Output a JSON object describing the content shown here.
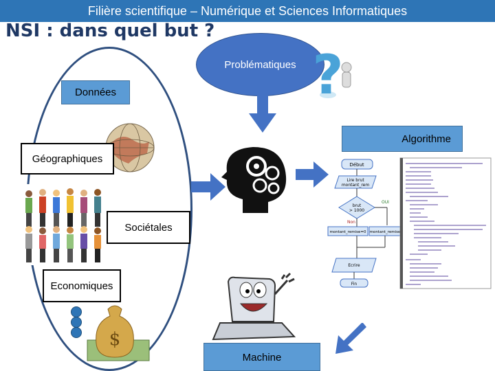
{
  "header": {
    "text": "Filière scientifique – Numérique et Sciences Informatiques"
  },
  "title": "NSI : dans quel but ?",
  "nodes": {
    "problematiques": "Problématiques",
    "donnees": "Données",
    "algorithme": "Algorithme",
    "geographiques": "Géographiques",
    "societales": "Sociétales",
    "economiques": "Economiques",
    "machine": "Machine"
  },
  "flowchart": {
    "debut": "Début",
    "lire": "Lire brut",
    "lire2": "montant_rem",
    "cond": "brut",
    "cond2": "> 1000",
    "oui": "OUI",
    "non": "Non",
    "remise": "montant_remise=0",
    "remise2": "montant_remise",
    "ecrire": "Ecrire",
    "fin": "Fin"
  },
  "colors": {
    "header": "#2e75b6",
    "node": "#5b9bd5",
    "ellipse": "#4472c4",
    "arrow": "#4472c4",
    "title": "#1f3864"
  },
  "icons": [
    "globe-icon",
    "people-icon",
    "question-mark-icon",
    "head-gears-icon",
    "flowchart-icon",
    "code-listing-icon",
    "laptop-character-icon",
    "money-bag-icon"
  ]
}
